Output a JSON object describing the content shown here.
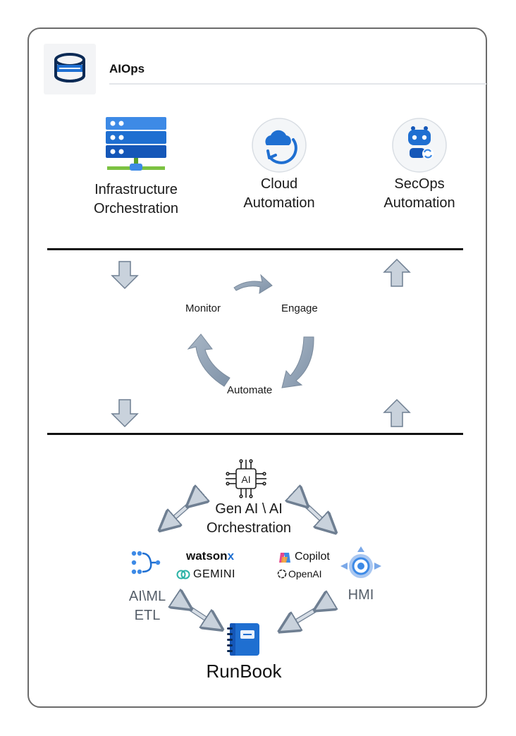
{
  "header": {
    "title": "AIOps",
    "icon": "database-icon"
  },
  "top": {
    "infra": {
      "line1": "Infrastructure",
      "line2": "Orchestration",
      "icon": "server-stack-icon"
    },
    "cloud": {
      "line1": "Cloud",
      "line2": "Automation",
      "icon": "cloud-refresh-icon"
    },
    "secops": {
      "line1": "SecOps",
      "line2": "Automation",
      "icon": "robot-icon"
    }
  },
  "cycle": {
    "monitor": "Monitor",
    "engage": "Engage",
    "automate": "Automate"
  },
  "bottom": {
    "ai": {
      "chip": "AI",
      "line1": "Gen AI \\ AI",
      "line2": "Orchestration",
      "icon": "ai-chip-icon"
    },
    "etl": {
      "line1": "AI\\ML",
      "line2": "ETL",
      "icon": "etl-flow-icon"
    },
    "logos": {
      "watsonx_a": "watson",
      "watsonx_b": "x",
      "gemini": "GEMINI",
      "copilot": "Copilot",
      "openai": "OpenAI"
    },
    "hmi": {
      "label": "HMI",
      "icon": "hmi-icon"
    },
    "runbook": {
      "label": "RunBook",
      "icon": "notebook-icon"
    }
  },
  "colors": {
    "blue": "#1f6fd1",
    "arrow_gray": "#8a9bb0",
    "green": "#7cc242"
  }
}
